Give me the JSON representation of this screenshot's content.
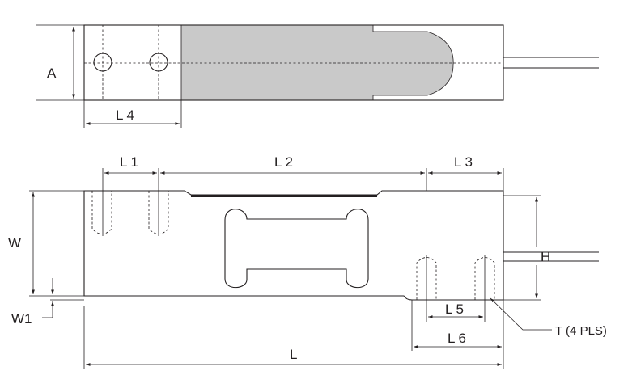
{
  "labels": {
    "A": "A",
    "L4": "L 4",
    "L1": "L 1",
    "L2": "L 2",
    "L3": "L 3",
    "W": "W",
    "W1": "W1",
    "H": "H",
    "L5": "L 5",
    "L6": "L 6",
    "L": "L",
    "T": "T (4 PLS)"
  },
  "colors": {
    "line": "#231f20",
    "gauge_area": "#c9c9c9",
    "background": "#ffffff"
  }
}
